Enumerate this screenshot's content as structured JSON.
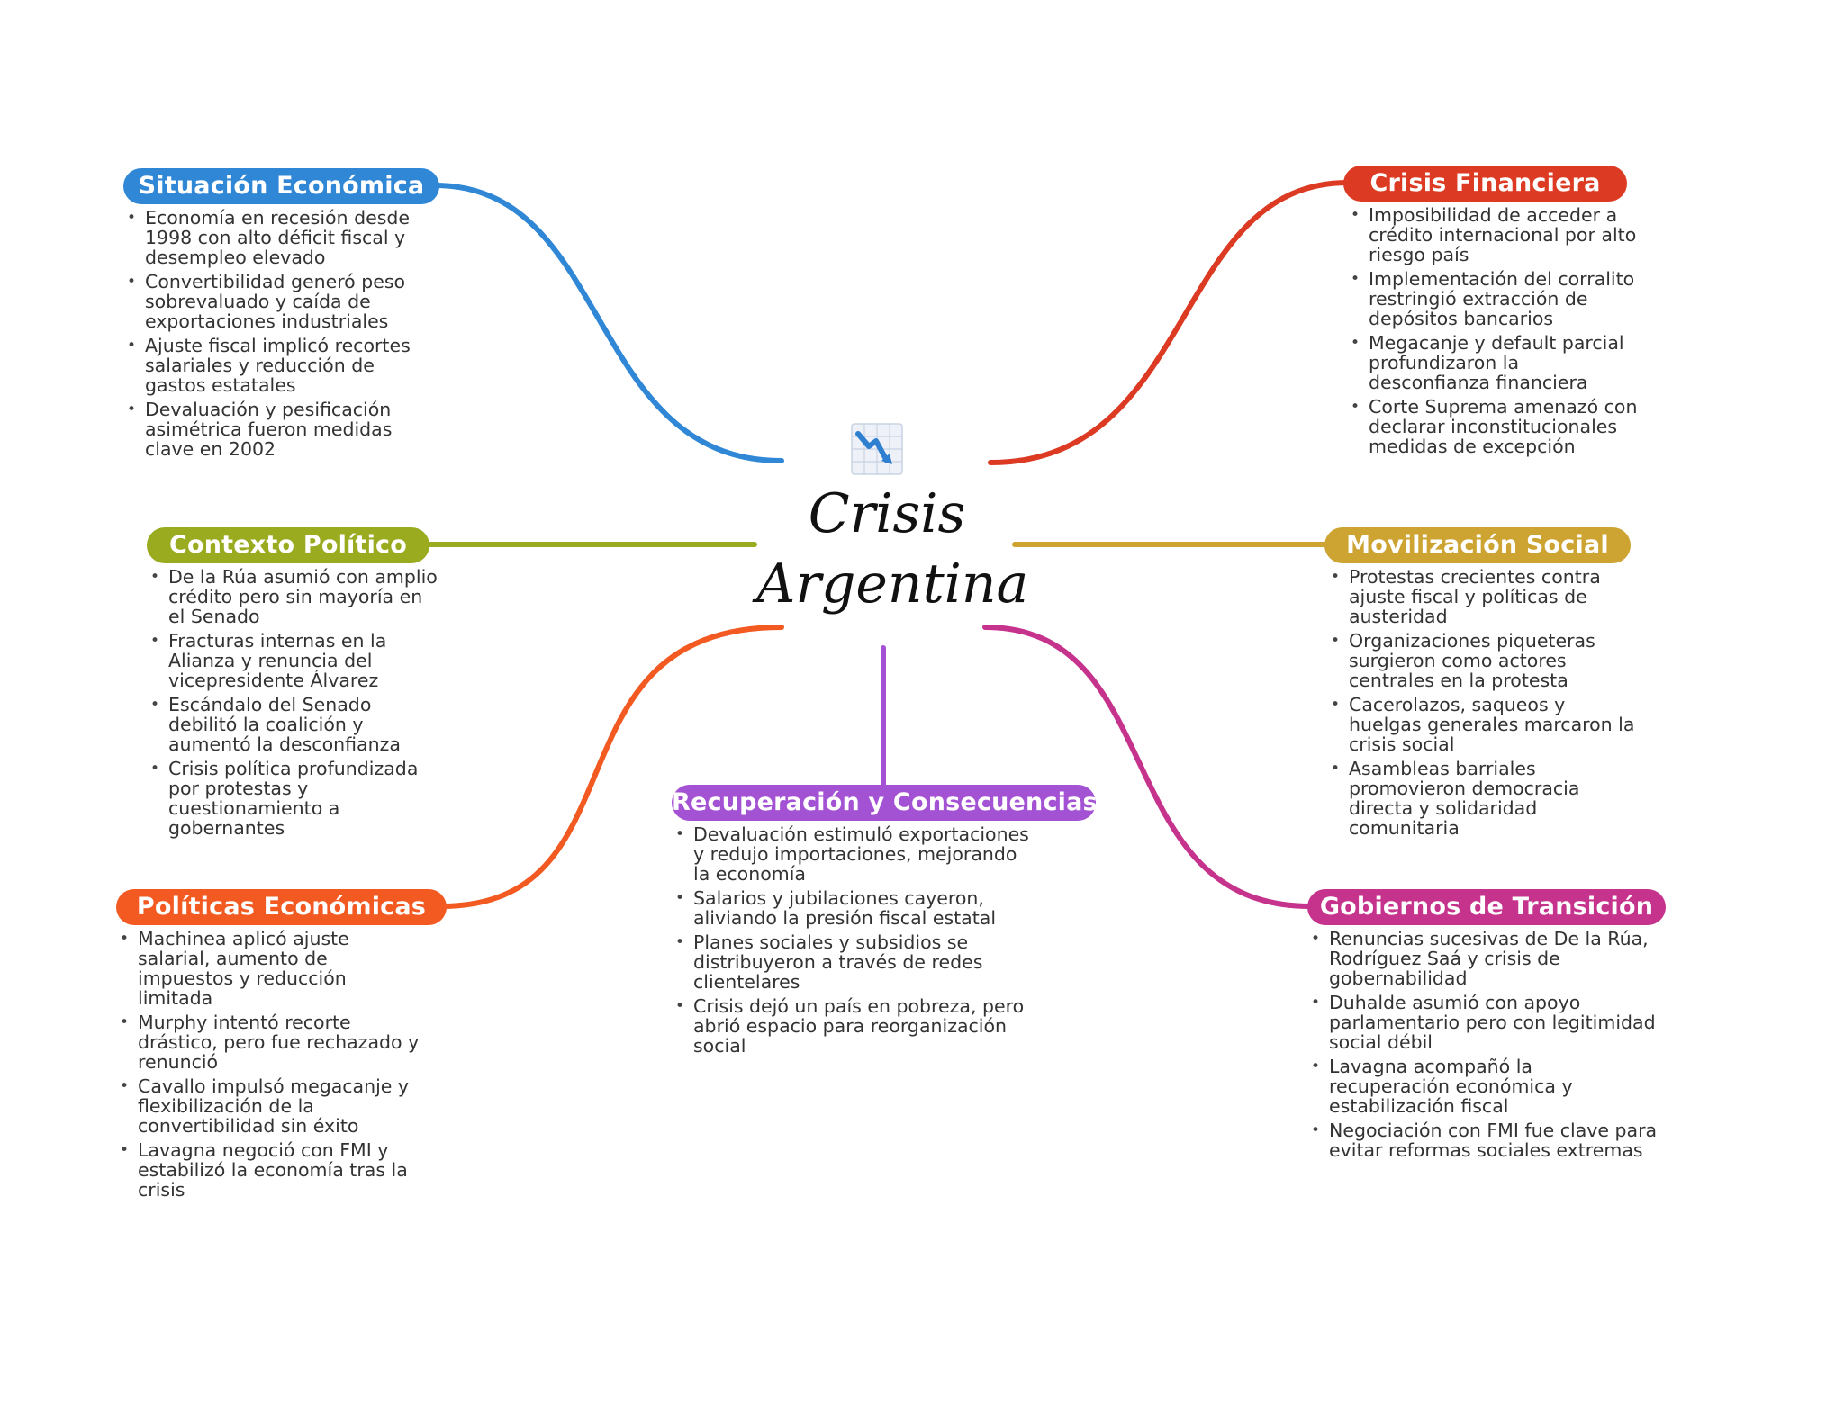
{
  "center": {
    "title_line1": "Crisis",
    "title_line2": "Argentina",
    "icon": "declining-chart-icon"
  },
  "branches": [
    {
      "key": "situacion",
      "title": "Situación Económica",
      "color": "#2f87d6",
      "items": [
        "Economía en recesión desde 1998 con alto déficit fiscal y desempleo elevado",
        "Convertibilidad generó peso sobrevaluado y caída de exportaciones industriales",
        "Ajuste fiscal implicó recortes salariales y reducción de gastos estatales",
        "Devaluación y pesificación asimétrica fueron medidas clave en 2002"
      ]
    },
    {
      "key": "crisis-financiera",
      "title": "Crisis Financiera",
      "color": "#dc3a22",
      "items": [
        "Imposibilidad de acceder a crédito internacional por alto riesgo país",
        "Implementación del corralito restringió extracción de depósitos bancarios",
        "Megacanje y default parcial profundizaron la desconfianza financiera",
        "Corte Suprema amenazó con declarar inconstitucionales medidas de excepción"
      ]
    },
    {
      "key": "contexto-politico",
      "title": "Contexto Político",
      "color": "#9aab20",
      "items": [
        "De la Rúa asumió con amplio crédito pero sin mayoría en el Senado",
        "Fracturas internas en la Alianza y renuncia del vicepresidente Álvarez",
        "Escándalo del Senado debilitó la coalición y aumentó la desconfianza",
        "Crisis política profundizada por protestas y cuestionamiento a gobernantes"
      ]
    },
    {
      "key": "movilizacion-social",
      "title": "Movilización Social",
      "color": "#cda332",
      "items": [
        "Protestas crecientes contra ajuste fiscal y políticas de austeridad",
        "Organizaciones piqueteras surgieron como actores centrales en la protesta",
        "Cacerolazos, saqueos y huelgas generales marcaron la crisis social",
        "Asambleas barriales promovieron democracia directa y solidaridad comunitaria"
      ]
    },
    {
      "key": "recuperacion",
      "title": "Recuperación y Consecuencias",
      "color": "#a452d4",
      "items": [
        "Devaluación estimuló exportaciones y redujo importaciones, mejorando la economía",
        "Salarios y jubilaciones cayeron, aliviando la presión fiscal estatal",
        "Planes sociales y subsidios se distribuyeron a través de redes clientelares",
        "Crisis dejó un país en pobreza, pero abrió espacio para reorganización social"
      ]
    },
    {
      "key": "politicas-economicas",
      "title": "Políticas Económicas",
      "color": "#f25a22",
      "items": [
        "Machinea aplicó ajuste salarial, aumento de impuestos y reducción limitada",
        "Murphy intentó recorte drástico, pero fue rechazado y renunció",
        "Cavallo impulsó megacanje y flexibilización de la convertibilidad sin éxito",
        "Lavagna negoció con FMI y estabilizó la economía tras la crisis"
      ]
    },
    {
      "key": "gobiernos-transicion",
      "title": "Gobiernos de Transición",
      "color": "#c6338d",
      "items": [
        "Renuncias sucesivas de De la Rúa, Rodríguez Saá y crisis de gobernabilidad",
        "Duhalde asumió con apoyo parlamentario pero con legitimidad social débil",
        "Lavagna acompañó la recuperación económica y estabilización fiscal",
        "Negociación con FMI fue clave para evitar reformas sociales extremas"
      ]
    }
  ]
}
